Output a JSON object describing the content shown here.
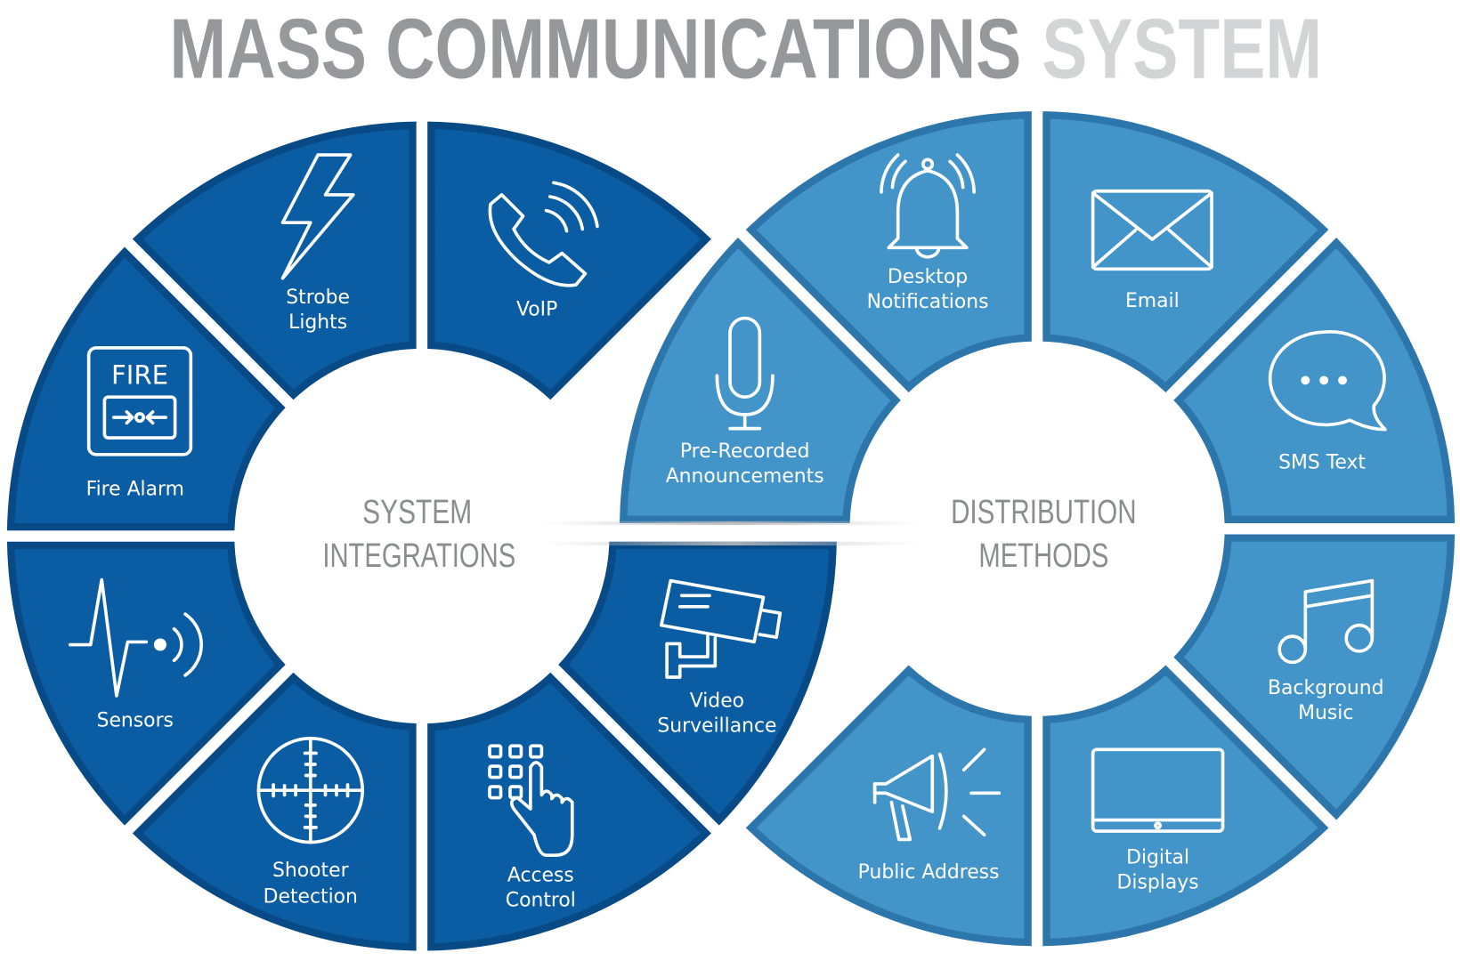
{
  "title": {
    "part1": "MASS COMMUNICATIONS",
    "part2": "SYSTEM",
    "color1": "#96989b",
    "color2": "#d3d4d5"
  },
  "colors": {
    "left_ring": "#0b5da3",
    "left_bevel": "#084a85",
    "right_ring": "#4394c9",
    "right_bevel": "#2d76ab"
  },
  "left_ring": {
    "center_label": [
      "SYSTEM",
      "INTEGRATIONS"
    ],
    "segments": [
      {
        "lines": [
          "VoIP"
        ],
        "icon": "phone-icon"
      },
      {
        "lines": [
          "Strobe",
          "Lights"
        ],
        "icon": "lightning-bolt-icon"
      },
      {
        "lines": [
          "Fire Alarm"
        ],
        "icon": "fire-alarm-icon",
        "icon_text": "FIRE"
      },
      {
        "lines": [
          "Sensors"
        ],
        "icon": "sensor-pulse-icon"
      },
      {
        "lines": [
          "Shooter",
          "Detection"
        ],
        "icon": "crosshair-icon"
      },
      {
        "lines": [
          "Access",
          "Control"
        ],
        "icon": "keypad-hand-icon"
      },
      {
        "lines": [
          "Video",
          "Surveillance"
        ],
        "icon": "security-camera-icon"
      }
    ]
  },
  "right_ring": {
    "center_label": [
      "DISTRIBUTION",
      "METHODS"
    ],
    "segments": [
      {
        "lines": [
          "SMS Text"
        ],
        "icon": "chat-bubble-icon"
      },
      {
        "lines": [
          "Email"
        ],
        "icon": "envelope-icon"
      },
      {
        "lines": [
          "Desktop",
          "Notifications"
        ],
        "icon": "bell-icon"
      },
      {
        "lines": [
          "Pre-Recorded",
          "Announcements"
        ],
        "icon": "microphone-icon"
      },
      {
        "lines": [
          "Public Address"
        ],
        "icon": "megaphone-icon"
      },
      {
        "lines": [
          "Digital",
          "Displays"
        ],
        "icon": "monitor-icon"
      },
      {
        "lines": [
          "Background",
          "Music"
        ],
        "icon": "music-note-icon"
      }
    ]
  }
}
